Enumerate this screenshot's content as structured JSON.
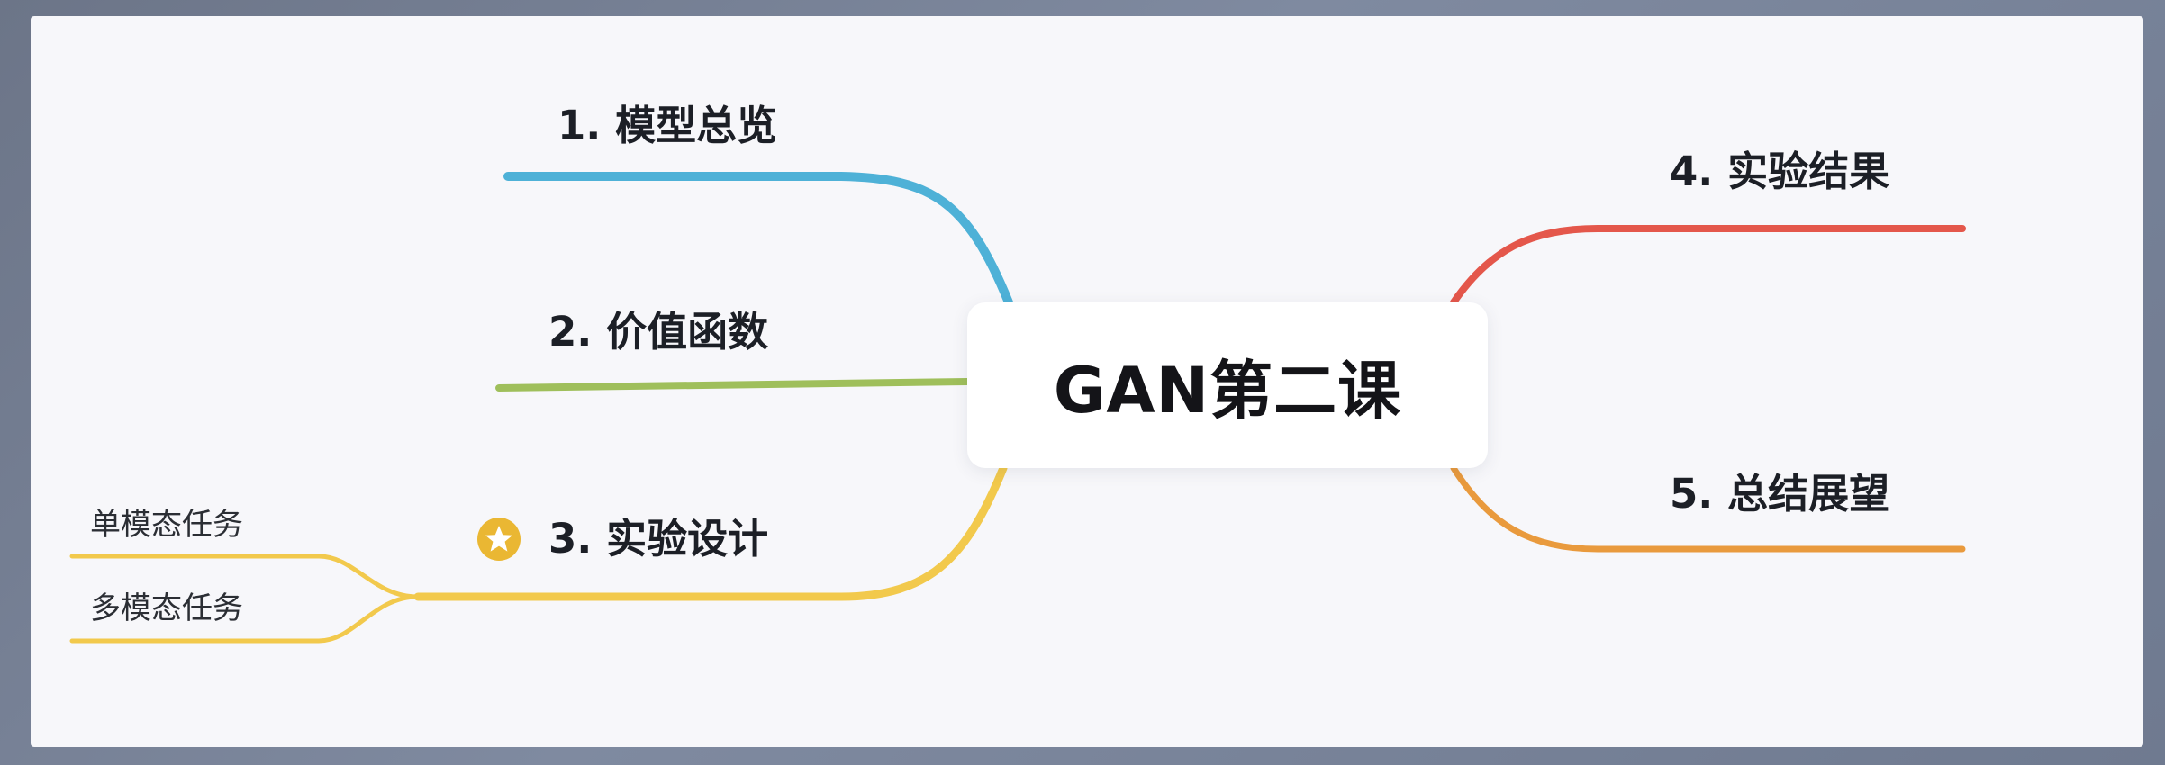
{
  "mindmap": {
    "center": {
      "title": "GAN第二课"
    },
    "branches": [
      {
        "id": "b1",
        "label": "1. 模型总览",
        "color": "#4eb1d7"
      },
      {
        "id": "b2",
        "label": "2. 价值函数",
        "color": "#9fbf5b"
      },
      {
        "id": "b3",
        "label": "3. 实验设计",
        "color": "#f2c94c",
        "icon": "star-icon",
        "children": [
          "单模态任务",
          "多模态任务"
        ]
      },
      {
        "id": "b4",
        "label": "4. 实验结果",
        "color": "#e4574b"
      },
      {
        "id": "b5",
        "label": "5. 总结展望",
        "color": "#e99a3d"
      }
    ],
    "icon_colors": {
      "star_badge": "#eab733"
    }
  }
}
